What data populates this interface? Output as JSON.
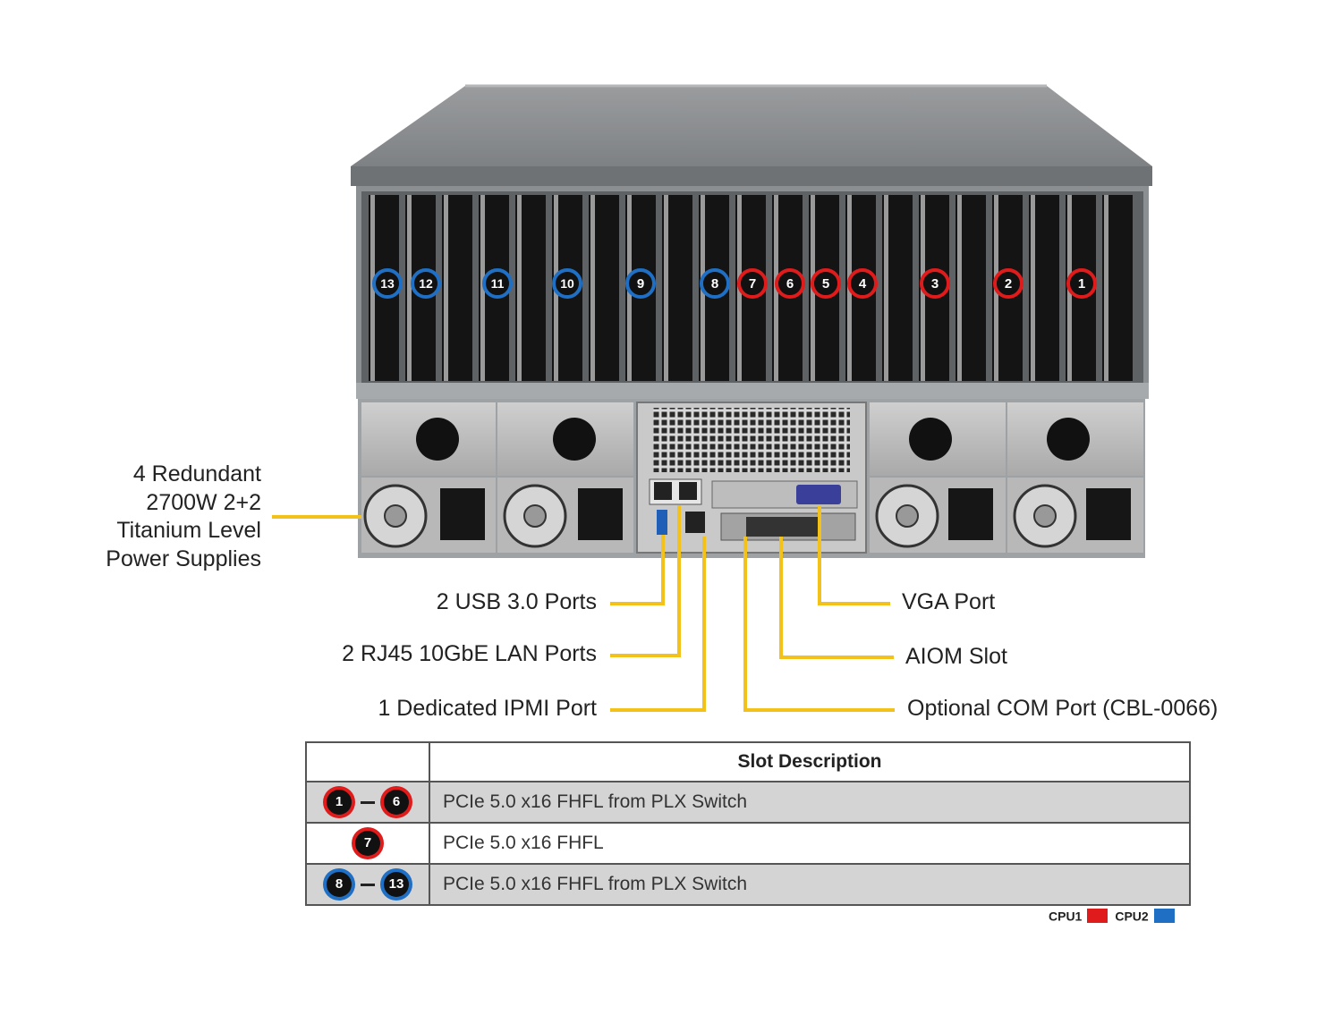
{
  "colors": {
    "cpu1": "#e01b1b",
    "cpu2": "#1f6fc4",
    "callout": "#f2c21b",
    "chassis": "#8a8d90"
  },
  "callouts": {
    "power_supplies": [
      "4 Redundant",
      "2700W 2+2",
      "Titanium Level",
      "Power Supplies"
    ],
    "usb": "2 USB 3.0 Ports",
    "lan": "2 RJ45 10GbE LAN Ports",
    "ipmi": "1 Dedicated IPMI Port",
    "vga": "VGA Port",
    "aiom": "AIOM Slot",
    "com": "Optional COM Port (CBL-0066)"
  },
  "slot_badges": [
    {
      "label": "13",
      "cpu": "cpu2"
    },
    {
      "label": "12",
      "cpu": "cpu2"
    },
    {
      "label": "11",
      "cpu": "cpu2"
    },
    {
      "label": "10",
      "cpu": "cpu2"
    },
    {
      "label": "9",
      "cpu": "cpu2"
    },
    {
      "label": "8",
      "cpu": "cpu2"
    },
    {
      "label": "7",
      "cpu": "cpu1"
    },
    {
      "label": "6",
      "cpu": "cpu1"
    },
    {
      "label": "5",
      "cpu": "cpu1"
    },
    {
      "label": "4",
      "cpu": "cpu1"
    },
    {
      "label": "3",
      "cpu": "cpu1"
    },
    {
      "label": "2",
      "cpu": "cpu1"
    },
    {
      "label": "1",
      "cpu": "cpu1"
    }
  ],
  "table": {
    "header": "Slot Description",
    "rows": [
      {
        "from": "1",
        "to": "6",
        "cpu": "cpu1",
        "desc": "PCIe 5.0 x16 FHFL from PLX Switch"
      },
      {
        "from": "7",
        "to": "",
        "cpu": "cpu1",
        "desc": "PCIe 5.0 x16 FHFL"
      },
      {
        "from": "8",
        "to": "13",
        "cpu": "cpu2",
        "desc": "PCIe 5.0 x16 FHFL from PLX Switch"
      }
    ]
  },
  "legend": {
    "cpu1": "CPU1",
    "cpu2": "CPU2"
  }
}
